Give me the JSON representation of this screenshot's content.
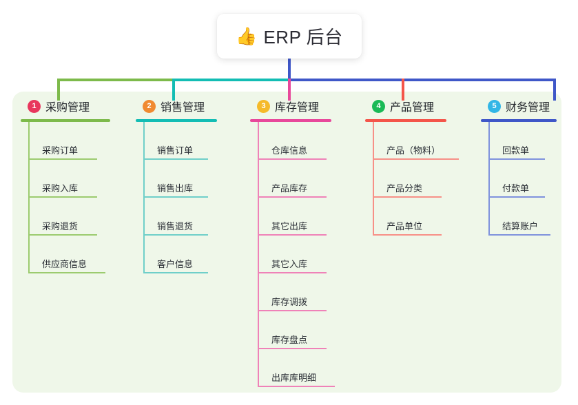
{
  "diagram": {
    "type": "mindmap",
    "root": {
      "icon": "thumbs-up-icon",
      "emoji": "👍",
      "label": "ERP 后台"
    },
    "branches": [
      {
        "index": "1",
        "title": "采购管理",
        "badge_color": "#e8365d",
        "line_color": "#7dba4b",
        "children": [
          {
            "label": "采购订单"
          },
          {
            "label": "采购入库"
          },
          {
            "label": "采购退货"
          },
          {
            "label": "供应商信息"
          }
        ]
      },
      {
        "index": "2",
        "title": "销售管理",
        "badge_color": "#f08a31",
        "line_color": "#13bdb4",
        "children": [
          {
            "label": "销售订单"
          },
          {
            "label": "销售出库"
          },
          {
            "label": "销售退货"
          },
          {
            "label": "客户信息"
          }
        ]
      },
      {
        "index": "3",
        "title": "库存管理",
        "badge_color": "#f5ba2a",
        "line_color": "#e8489b",
        "children": [
          {
            "label": "仓库信息"
          },
          {
            "label": "产品库存"
          },
          {
            "label": "其它出库"
          },
          {
            "label": "其它入库"
          },
          {
            "label": "库存调拨"
          },
          {
            "label": "库存盘点"
          },
          {
            "label": "出库库明细"
          }
        ]
      },
      {
        "index": "4",
        "title": "产品管理",
        "badge_color": "#1aba56",
        "line_color": "#f4554a",
        "children": [
          {
            "label": "产品（物料）"
          },
          {
            "label": "产品分类"
          },
          {
            "label": "产品单位"
          }
        ]
      },
      {
        "index": "5",
        "title": "财务管理",
        "badge_color": "#32b6e6",
        "line_color": "#3f57c8",
        "children": [
          {
            "label": "回款单"
          },
          {
            "label": "付款单"
          },
          {
            "label": "结算账户"
          }
        ]
      }
    ],
    "canvas": {
      "background": "#ffffff",
      "panel_background": "#eff7e9",
      "root_background": "#ffffff"
    }
  }
}
